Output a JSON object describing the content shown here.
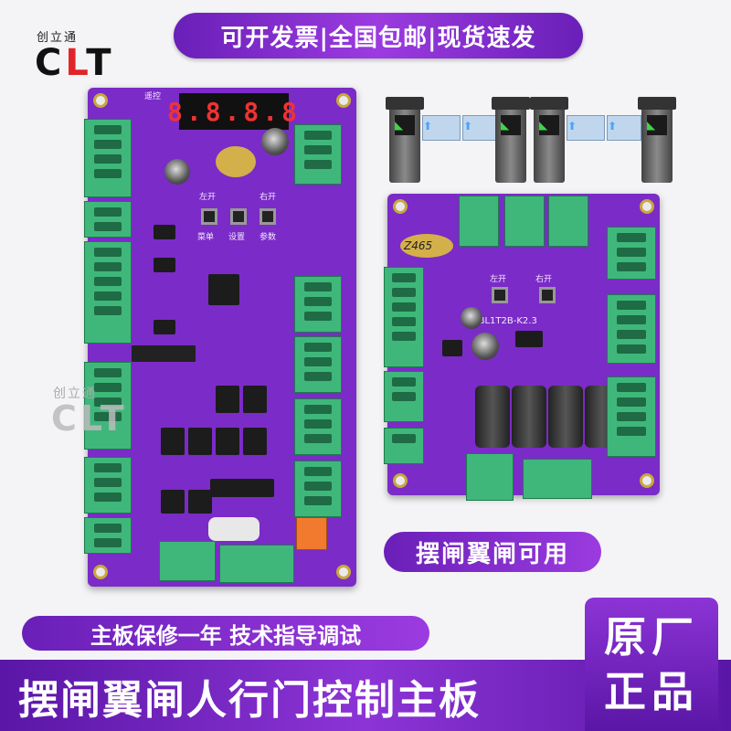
{
  "top_banner": {
    "text": "可开发票|全国包邮|现货速发"
  },
  "logo": {
    "cn": "创立通",
    "en_c": "C",
    "en_l": "L",
    "en_t": "T"
  },
  "watermark": {
    "cn": "创立通",
    "en": "CLT"
  },
  "board_left": {
    "label_left_open": "左开",
    "label_right_open": "右开",
    "label_menu": "菜单",
    "label_set": "设置",
    "label_param": "参数",
    "label_remote": "遥控",
    "display": "8.8.8.8"
  },
  "board_right": {
    "model": "XH-BL1T2B-K2.3",
    "label_left_open": "左开",
    "label_right_open": "右开",
    "handwritten": "Z465"
  },
  "middle_pill": {
    "text": "摆闸翼闸可用"
  },
  "lower_pill": {
    "text": "主板保修一年 技术指导调试"
  },
  "bottom_title": {
    "text": "摆闸翼闸人行门控制主板"
  },
  "badge": {
    "line1": "原厂",
    "line2": "正品"
  },
  "colors": {
    "brand_purple": "#7b2bc7",
    "terminal_green": "#3fb77b",
    "logo_red": "#e0242a"
  }
}
